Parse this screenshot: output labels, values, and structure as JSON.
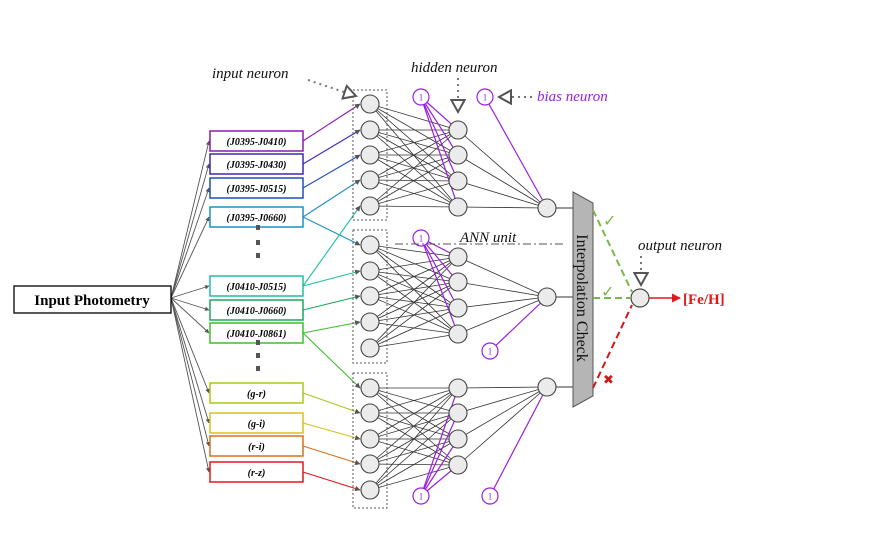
{
  "input_label": "Input Photometry",
  "features": [
    {
      "label": "(J0395-J0410)",
      "color": "#8a1ab0"
    },
    {
      "label": "(J0395-J0430)",
      "color": "#3a2ab5"
    },
    {
      "label": "(J0395-J0515)",
      "color": "#1f4fc0"
    },
    {
      "label": "(J0395-J0660)",
      "color": "#1e90c0"
    },
    {
      "label": "(J0410-J0515)",
      "color": "#1fbfa0"
    },
    {
      "label": "(J0410-J0660)",
      "color": "#1aa860"
    },
    {
      "label": "(J0410-J0861)",
      "color": "#3cbf2a"
    },
    {
      "label": "(g-r)",
      "color": "#a8c81f"
    },
    {
      "label": "(g-i)",
      "color": "#d8c21a"
    },
    {
      "label": "(r-i)",
      "color": "#d8701a"
    },
    {
      "label": "(r-z)",
      "color": "#e01818"
    }
  ],
  "annotations": {
    "input_neuron": "input neuron",
    "hidden_neuron": "hidden neuron",
    "bias_neuron": "bias neuron",
    "ann_unit": "ANN unit",
    "output_neuron": "output neuron",
    "interpolation_check": "Interpolation Check",
    "output": "[Fe/H]"
  },
  "bias_value": "1",
  "check_marks": {
    "pass": "✓",
    "fail": "✖"
  },
  "colors": {
    "purple": "#9b1fe0",
    "red": "#e01818",
    "green": "#7ab648",
    "gray": "#666666"
  }
}
